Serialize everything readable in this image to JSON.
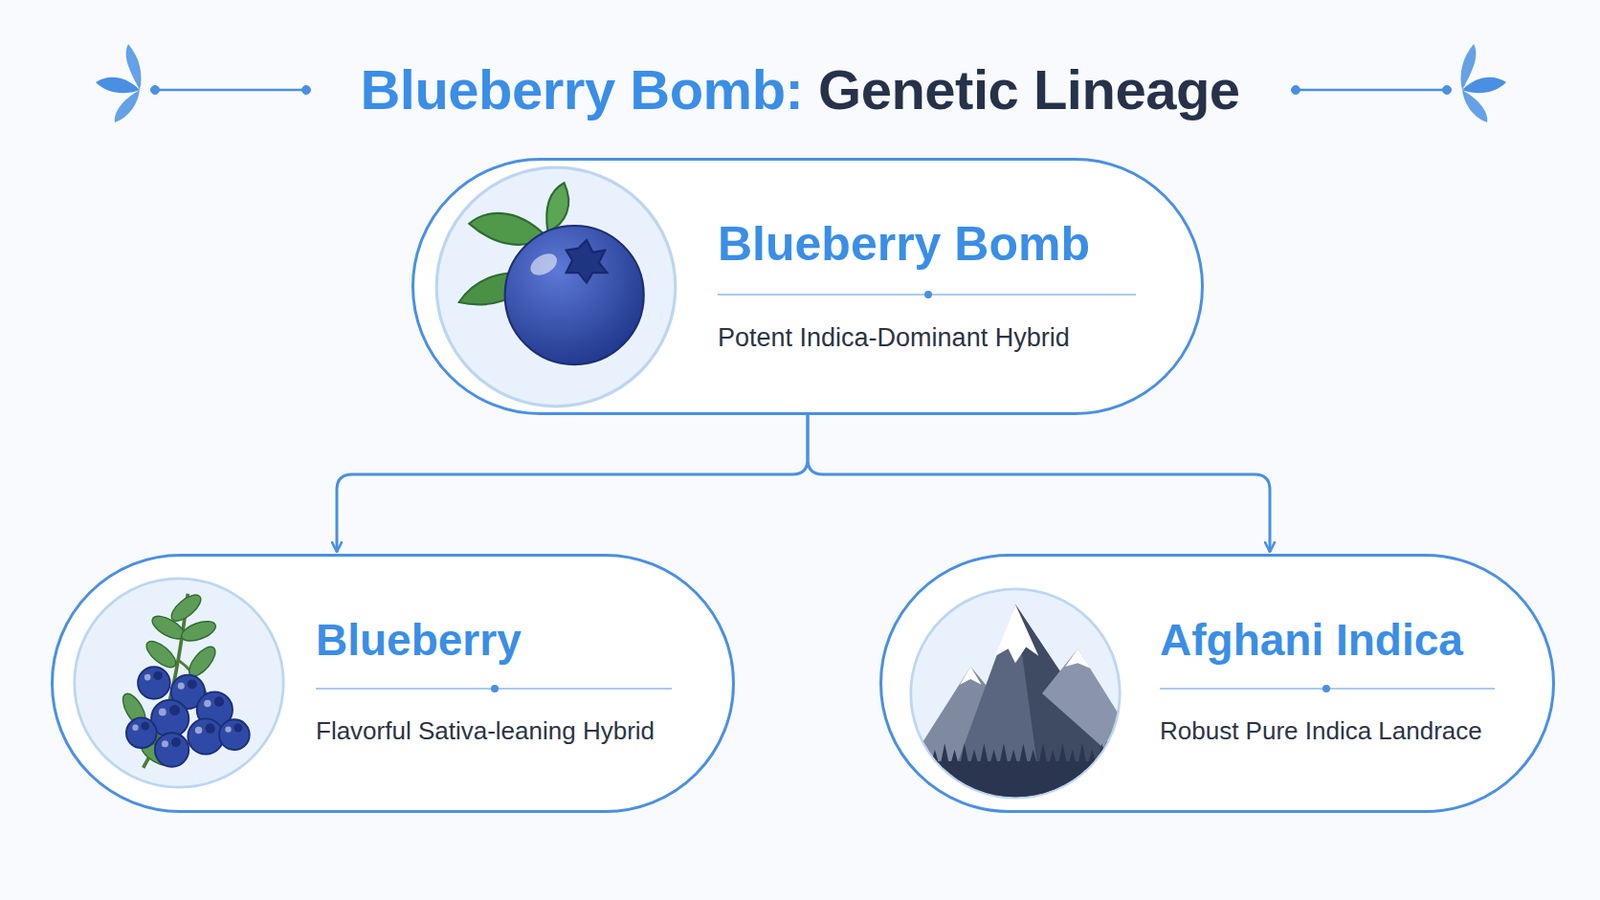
{
  "diagram": {
    "title": "Blueberry Bomb: Genetic Lineage",
    "nodes": [
      {
        "text": [
          "Blueberry Bomb",
          "Potent Indica-Dominant Hybrid"
        ]
      },
      {
        "text": [
          "Blueberry",
          "Flavorful Sativa-leaning Hybrid"
        ]
      },
      {
        "text": [
          "Afghani Indica",
          "Robust Pure Indica Landrace"
        ]
      }
    ],
    "edges": [
      {
        "from": 0,
        "to": 1,
        "arrow": "to"
      },
      {
        "from": 0,
        "to": 2,
        "arrow": "to"
      }
    ]
  }
}
